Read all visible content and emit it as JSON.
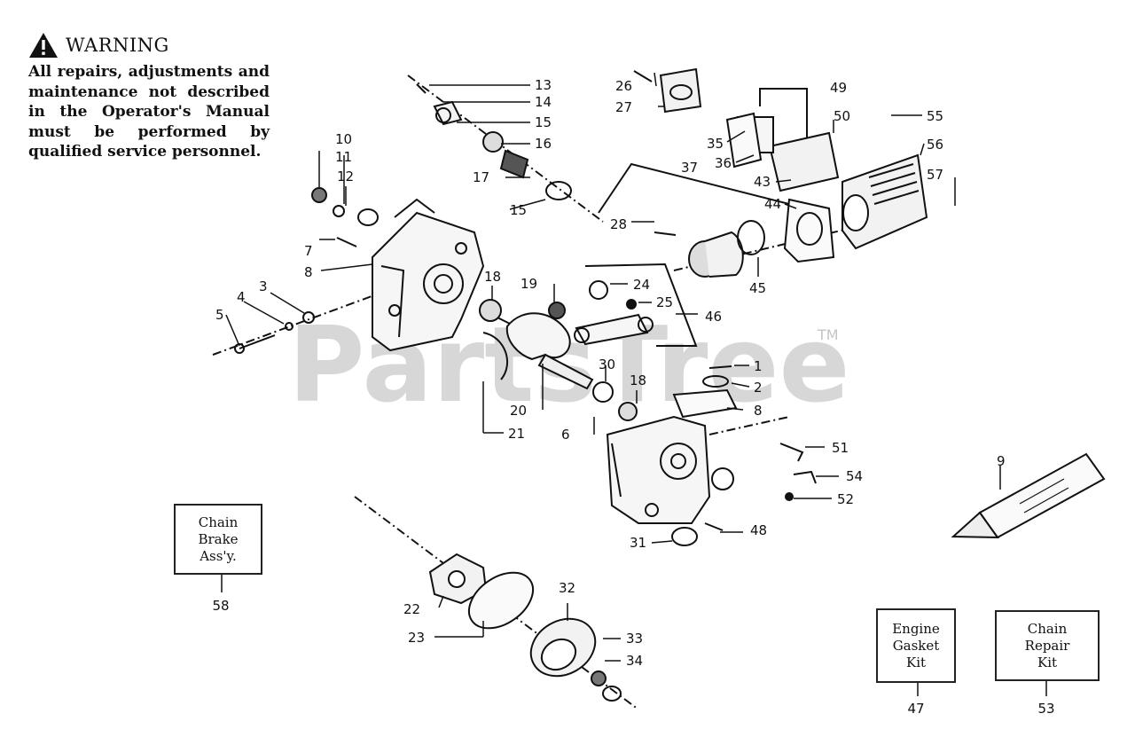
{
  "warning": {
    "title": "WARNING",
    "text": "All repairs, adjustments and maintenance not described in the Operator's Manual must be performed by qualified service personnel."
  },
  "watermark": {
    "brand": "PartsTree",
    "tm": "TM"
  },
  "boxes": {
    "chain_brake": {
      "label": "Chain\nBrake\nAss'y.",
      "number": "58"
    },
    "engine_gasket": {
      "label": "Engine\nGasket\nKit",
      "number": "47"
    },
    "chain_repair": {
      "label": "Chain\nRepair\nKit",
      "number": "53"
    }
  },
  "callouts": [
    "1",
    "2",
    "3",
    "4",
    "5",
    "6",
    "7",
    "8",
    "8",
    "9",
    "10",
    "11",
    "12",
    "13",
    "14",
    "15",
    "15",
    "16",
    "17",
    "18",
    "18",
    "19",
    "20",
    "21",
    "22",
    "23",
    "24",
    "25",
    "26",
    "27",
    "28",
    "30",
    "31",
    "32",
    "33",
    "34",
    "35",
    "36",
    "37",
    "43",
    "44",
    "45",
    "46",
    "48",
    "49",
    "50",
    "51",
    "52",
    "54",
    "55",
    "56",
    "57"
  ]
}
